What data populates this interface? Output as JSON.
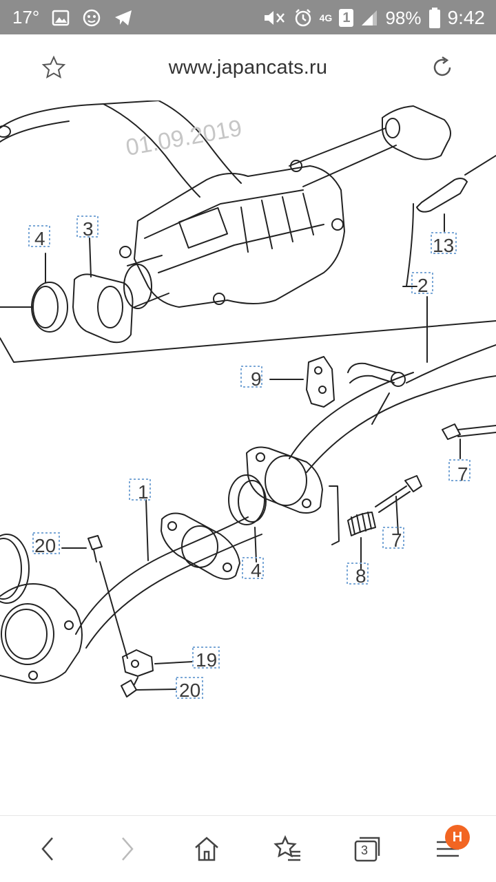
{
  "status_bar": {
    "temperature": "17°",
    "network": "4G",
    "sim_slot": "1",
    "battery": "98%",
    "time": "9:42"
  },
  "browser": {
    "url": "www.japancats.ru",
    "tab_count": "3",
    "menu_badge": "H"
  },
  "diagram": {
    "watermark": "01.09.2019",
    "callouts": {
      "c4a": "4",
      "c3": "3",
      "c13": "13",
      "c2": "2",
      "c9": "9",
      "c1": "1",
      "c7a": "7",
      "c7b": "7",
      "c4b": "4",
      "c20a": "20",
      "c8": "8",
      "c19": "19",
      "c20b": "20"
    }
  },
  "colors": {
    "status_bar_bg": "#8d8d8d",
    "badge": "#f26522",
    "callout_box": "#7aa7d6"
  }
}
